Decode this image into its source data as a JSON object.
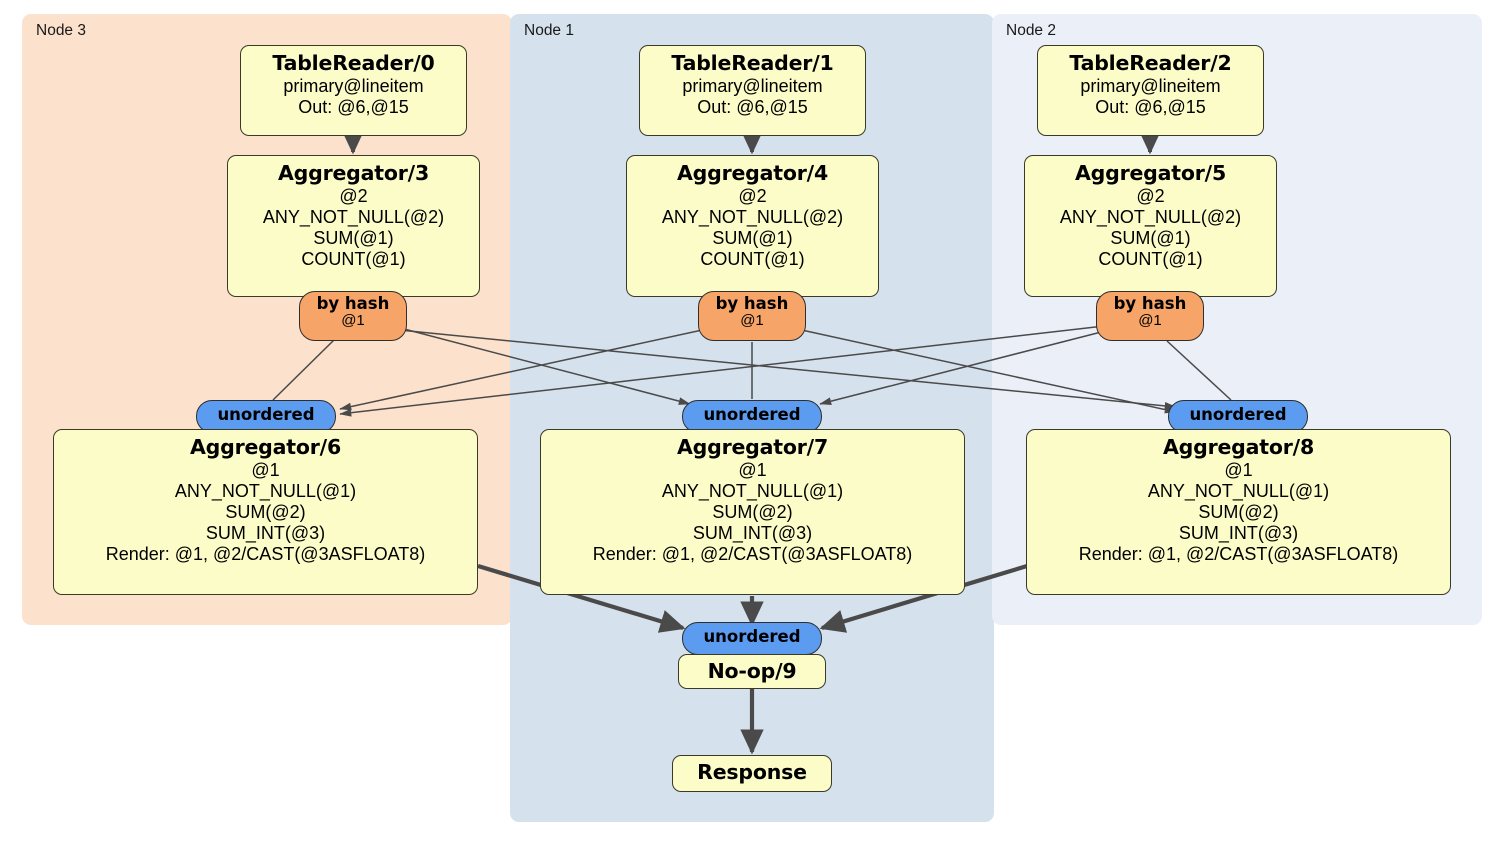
{
  "diagram": {
    "type": "distributed-query-plan",
    "colors": {
      "node3_bg": "#fce1cc",
      "node1_bg": "#d5e1ec",
      "node2_bg": "#eaeff8",
      "processor_fill": "#fcfcc8",
      "processor_stroke": "#3a3a28",
      "hash_router_fill": "#f6a467",
      "unordered_router_fill": "#5b9bf0",
      "edge_thin": "#4a4a4a",
      "edge_thick": "#4a4a4a"
    },
    "panels": [
      {
        "id": "node3",
        "label": "Node 3",
        "fill": "#fce1cc"
      },
      {
        "id": "node1",
        "label": "Node 1",
        "fill": "#d5e1ec"
      },
      {
        "id": "node2",
        "label": "Node 2",
        "fill": "#eaeff8"
      }
    ],
    "processors": [
      {
        "id": "tablereader0",
        "title": "TableReader/0",
        "lines": [
          "primary@lineitem",
          "Out: @6,@15"
        ]
      },
      {
        "id": "tablereader1",
        "title": "TableReader/1",
        "lines": [
          "primary@lineitem",
          "Out: @6,@15"
        ]
      },
      {
        "id": "tablereader2",
        "title": "TableReader/2",
        "lines": [
          "primary@lineitem",
          "Out: @6,@15"
        ]
      },
      {
        "id": "aggregator3",
        "title": "Aggregator/3",
        "lines": [
          "@2",
          "ANY_NOT_NULL(@2)",
          "SUM(@1)",
          "COUNT(@1)"
        ]
      },
      {
        "id": "aggregator4",
        "title": "Aggregator/4",
        "lines": [
          "@2",
          "ANY_NOT_NULL(@2)",
          "SUM(@1)",
          "COUNT(@1)"
        ]
      },
      {
        "id": "aggregator5",
        "title": "Aggregator/5",
        "lines": [
          "@2",
          "ANY_NOT_NULL(@2)",
          "SUM(@1)",
          "COUNT(@1)"
        ]
      },
      {
        "id": "aggregator6",
        "title": "Aggregator/6",
        "lines": [
          "@1",
          "ANY_NOT_NULL(@1)",
          "SUM(@2)",
          "SUM_INT(@3)",
          "Render: @1, @2/CAST(@3ASFLOAT8)"
        ]
      },
      {
        "id": "aggregator7",
        "title": "Aggregator/7",
        "lines": [
          "@1",
          "ANY_NOT_NULL(@1)",
          "SUM(@2)",
          "SUM_INT(@3)",
          "Render: @1, @2/CAST(@3ASFLOAT8)"
        ]
      },
      {
        "id": "aggregator8",
        "title": "Aggregator/8",
        "lines": [
          "@1",
          "ANY_NOT_NULL(@1)",
          "SUM(@2)",
          "SUM_INT(@3)",
          "Render: @1, @2/CAST(@3ASFLOAT8)"
        ]
      },
      {
        "id": "noop9",
        "title": "No-op/9",
        "lines": []
      },
      {
        "id": "response",
        "title": "Response",
        "lines": []
      }
    ],
    "routers": [
      {
        "id": "hash3",
        "kind": "by-hash",
        "label": "by hash",
        "sublabel": "@1"
      },
      {
        "id": "hash4",
        "kind": "by-hash",
        "label": "by hash",
        "sublabel": "@1"
      },
      {
        "id": "hash5",
        "kind": "by-hash",
        "label": "by hash",
        "sublabel": "@1"
      },
      {
        "id": "unordered6",
        "kind": "unordered",
        "label": "unordered",
        "sublabel": ""
      },
      {
        "id": "unordered7",
        "kind": "unordered",
        "label": "unordered",
        "sublabel": ""
      },
      {
        "id": "unordered8",
        "kind": "unordered",
        "label": "unordered",
        "sublabel": ""
      },
      {
        "id": "unordered9",
        "kind": "unordered",
        "label": "unordered",
        "sublabel": ""
      }
    ]
  }
}
